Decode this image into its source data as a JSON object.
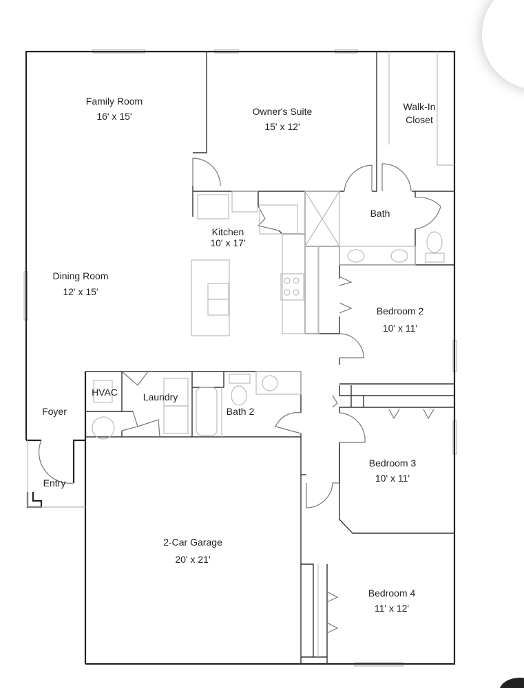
{
  "floorplan": {
    "rooms": [
      {
        "name": "Family Room",
        "size": "16' x 15'"
      },
      {
        "name": "Owner's Suite",
        "size": "15' x 12'"
      },
      {
        "name": "Walk-In",
        "name2": "Closet"
      },
      {
        "name": "Bath"
      },
      {
        "name": "Kitchen",
        "size": "10' x 17'"
      },
      {
        "name": "Dining Room",
        "size": "12' x 15'"
      },
      {
        "name": "Bedroom 2",
        "size": "10' x 11'"
      },
      {
        "name": "HVAC"
      },
      {
        "name": "Laundry"
      },
      {
        "name": "Bath 2"
      },
      {
        "name": "Foyer"
      },
      {
        "name": "Bedroom 3",
        "size": "10' x 11'"
      },
      {
        "name": "Entry"
      },
      {
        "name": "2-Car Garage",
        "size": "20' x 21'"
      },
      {
        "name": "Bedroom 4",
        "size": "11' x 12'"
      }
    ]
  }
}
